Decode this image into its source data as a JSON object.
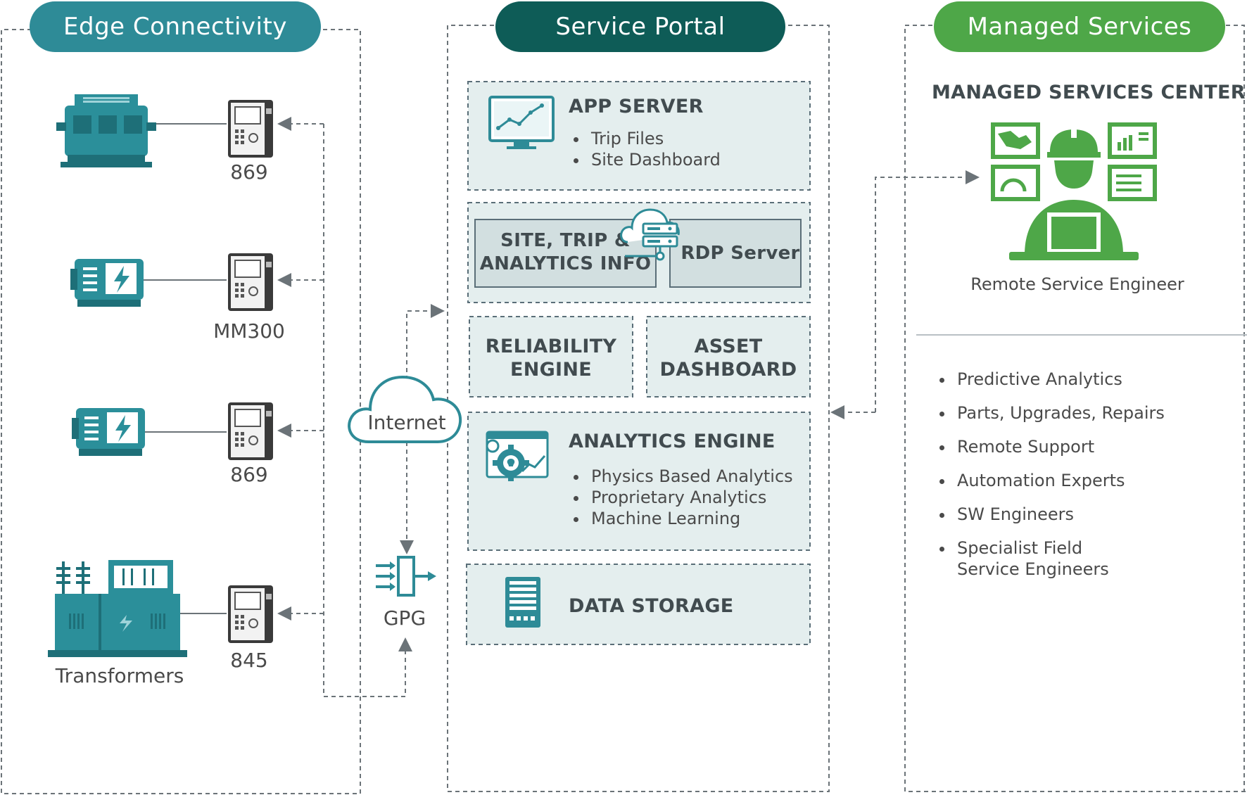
{
  "columns": {
    "edge": {
      "title": "Edge Connectivity",
      "color": "#2e8b97"
    },
    "portal": {
      "title": "Service Portal",
      "color": "#0e5c57"
    },
    "managed": {
      "title": "Managed Services",
      "color": "#4ea748"
    }
  },
  "edge": {
    "devices": [
      {
        "label": "869"
      },
      {
        "label": "MM300"
      },
      {
        "label": "869"
      },
      {
        "label": "845"
      }
    ],
    "transformers_label": "Transformers",
    "internet_label": "Internet",
    "gpg_label": "GPG"
  },
  "portal": {
    "app_server": {
      "title": "APP SERVER",
      "items": [
        "Trip Files",
        "Site Dashboard"
      ]
    },
    "site_trip": "SITE, TRIP & ANALYTICS INFO",
    "site_trip_line1": "SITE, TRIP &",
    "site_trip_line2": "ANALYTICS INFO",
    "rdp_server": "RDP Server",
    "reliability_line1": "RELIABILITY",
    "reliability_line2": "ENGINE",
    "asset_line1": "ASSET",
    "asset_line2": "DASHBOARD",
    "analytics": {
      "title": "ANALYTICS ENGINE",
      "items": [
        "Physics Based Analytics",
        "Proprietary Analytics",
        "Machine Learning"
      ]
    },
    "data_storage": "DATA STORAGE"
  },
  "managed": {
    "center_title": "MANAGED SERVICES CENTER",
    "engineer_label": "Remote Service Engineer",
    "services": [
      "Predictive Analytics",
      "Parts, Upgrades, Repairs",
      "Remote Support",
      "Automation Experts",
      "SW Engineers",
      "Specialist Field Service Engineers"
    ],
    "services_last_line1": "Specialist Field",
    "services_last_line2": "Service Engineers"
  },
  "colors": {
    "box_fill": "#e4eeee",
    "dash": "#5a6e78",
    "device_teal": "#2b8f9a",
    "green": "#4ea748"
  }
}
